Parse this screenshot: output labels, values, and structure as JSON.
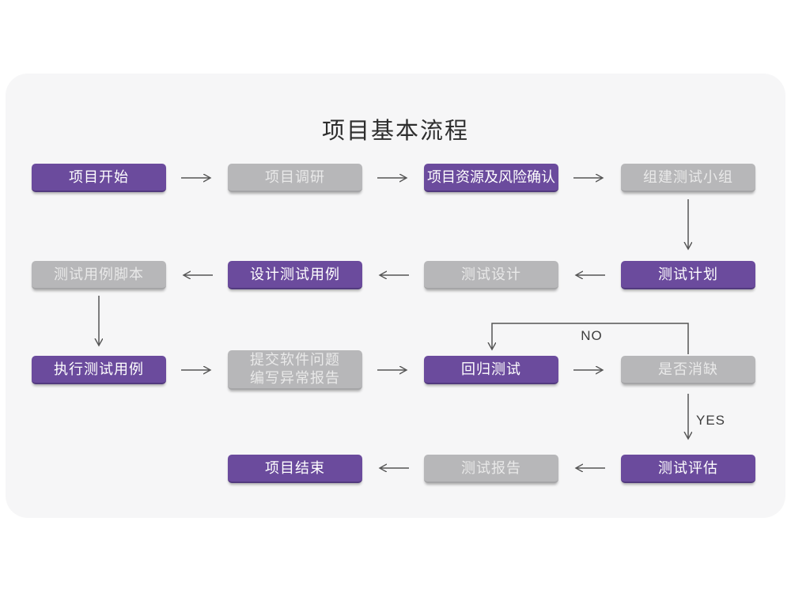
{
  "title": "项目基本流程",
  "edge_labels": {
    "no": "NO",
    "yes": "YES"
  },
  "colors": {
    "accent_purple": "#6b4b9d",
    "node_gray": "#b7b7b9",
    "card_background": "#f6f6f7",
    "arrow": "#555555"
  },
  "nodes": [
    {
      "id": "project-start",
      "label": "项目开始",
      "variant": "purple"
    },
    {
      "id": "project-research",
      "label": "项目调研",
      "variant": "gray"
    },
    {
      "id": "resource-risk",
      "label": "项目资源及风险确认",
      "variant": "purple"
    },
    {
      "id": "build-test-team",
      "label": "组建测试小组",
      "variant": "gray"
    },
    {
      "id": "test-plan",
      "label": "测试计划",
      "variant": "purple"
    },
    {
      "id": "test-design",
      "label": "测试设计",
      "variant": "gray"
    },
    {
      "id": "design-test-cases",
      "label": "设计测试用例",
      "variant": "purple"
    },
    {
      "id": "test-case-script",
      "label": "测试用例脚本",
      "variant": "gray"
    },
    {
      "id": "execute-test-cases",
      "label": "执行测试用例",
      "variant": "purple"
    },
    {
      "id": "submit-issues",
      "label": "提交软件问题",
      "label2": "编写异常报告",
      "variant": "gray"
    },
    {
      "id": "regression-test",
      "label": "回归测试",
      "variant": "purple"
    },
    {
      "id": "defect-cleared",
      "label": "是否消缺",
      "variant": "gray"
    },
    {
      "id": "test-evaluation",
      "label": "测试评估",
      "variant": "purple"
    },
    {
      "id": "test-report",
      "label": "测试报告",
      "variant": "gray"
    },
    {
      "id": "project-end",
      "label": "项目结束",
      "variant": "purple"
    }
  ]
}
